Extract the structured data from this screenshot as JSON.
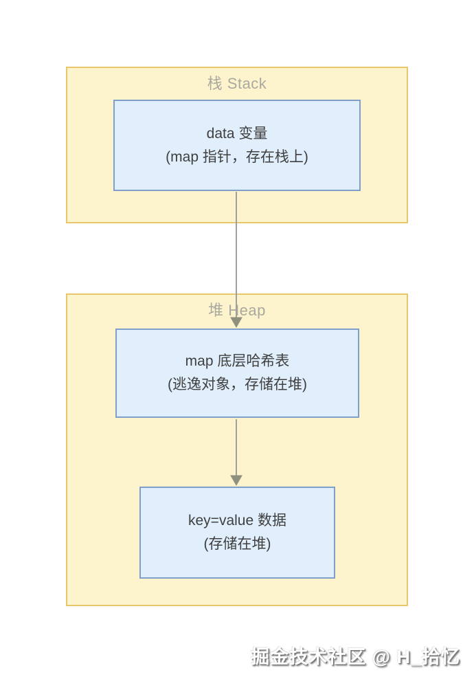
{
  "diagram": {
    "stack": {
      "title": "栈 Stack",
      "node": {
        "line1": "data 变量",
        "line2": "(map 指针，存在栈上)"
      }
    },
    "heap": {
      "title": "堆 Heap",
      "hash_node": {
        "line1": "map 底层哈希表",
        "line2": "(逃逸对象，存储在堆)"
      },
      "kv_node": {
        "line1": "key=value 数据",
        "line2": "(存储在堆)"
      }
    }
  },
  "watermark": {
    "text": "掘金技术社区 @ H_拾忆"
  },
  "colors": {
    "group-fill": "#fdf3cd",
    "group-stroke": "#e9c66b",
    "node-fill": "#e1effc",
    "node-stroke": "#7f9fca",
    "title-color": "#a9a99f",
    "text-color": "#3f3f3f",
    "arrow-line": "#a0a0a0",
    "arrow-head": "#90907f"
  }
}
